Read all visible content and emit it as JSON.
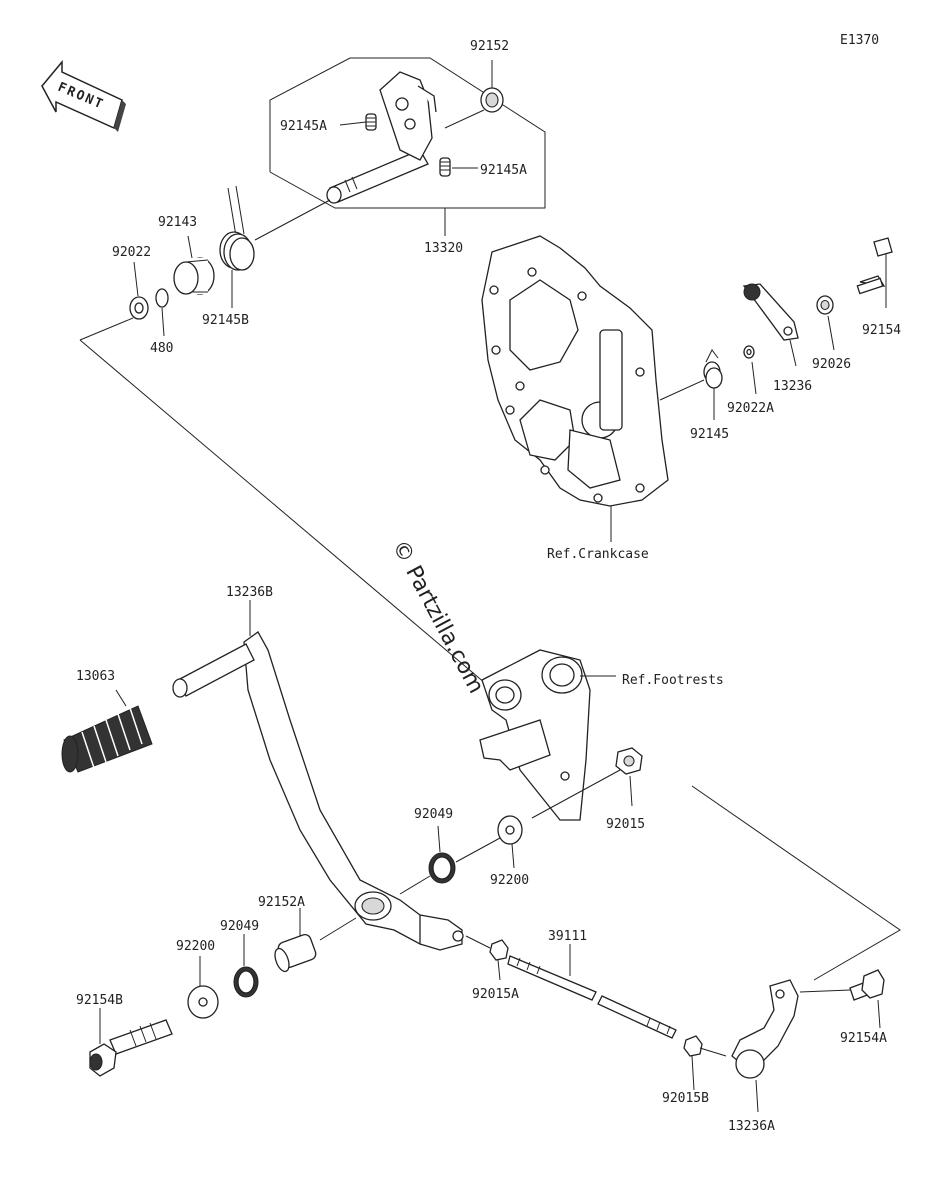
{
  "diagram_code": "E1370",
  "front_label": "FRONT",
  "watermark": "© Partzilla.com",
  "labels": {
    "p92152": "92152",
    "p92145A_1": "92145A",
    "p92145A_2": "92145A",
    "p13320": "13320",
    "p92143": "92143",
    "p92022": "92022",
    "p480": "480",
    "p92145B": "92145B",
    "p92154": "92154",
    "p92026": "92026",
    "p13236": "13236",
    "p92022A": "92022A",
    "p92145": "92145",
    "ref_crankcase": "Ref.Crankcase",
    "p13236B": "13236B",
    "p13063": "13063",
    "ref_footrests": "Ref.Footrests",
    "p92015": "92015",
    "p92049_1": "92049",
    "p92200_1": "92200",
    "p92152A": "92152A",
    "p92049_2": "92049",
    "p92200_2": "92200",
    "p39111": "39111",
    "p92015A": "92015A",
    "p92154B": "92154B",
    "p92015B": "92015B",
    "p13236A": "13236A",
    "p92154A": "92154A"
  }
}
